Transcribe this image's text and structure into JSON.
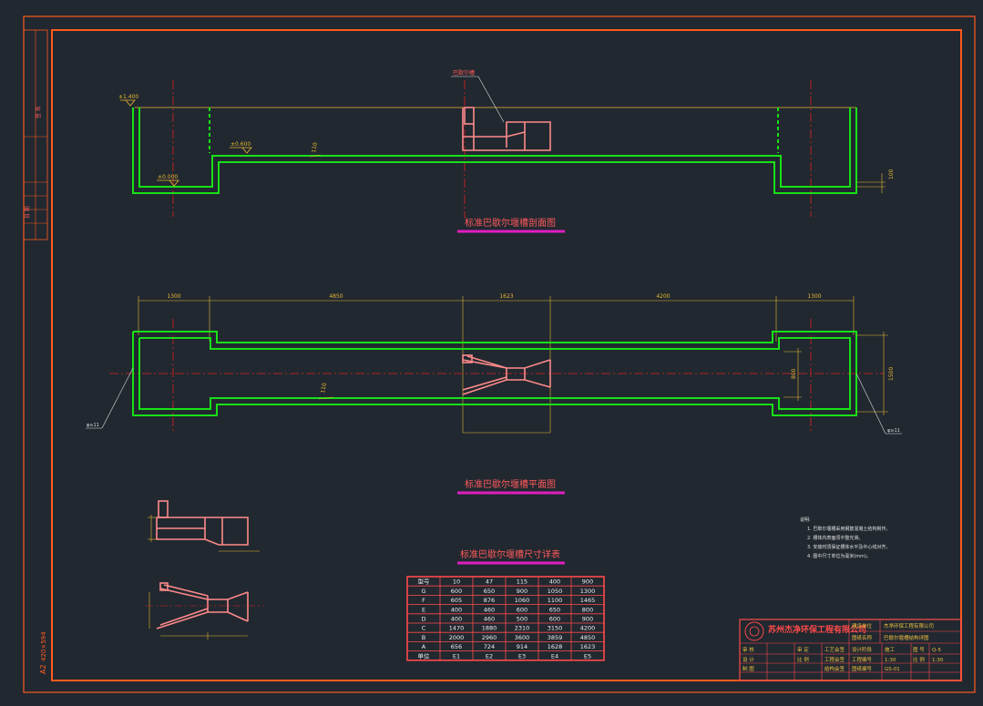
{
  "sheet": {
    "size_label": "A2",
    "size_dims": "420×594",
    "side_label_1": "签 名",
    "side_label_2": "日 期"
  },
  "colors": {
    "background": "#212830",
    "border": "#ff5a1f",
    "wall": "#18e018",
    "dimension": "#e8b830",
    "centerline": "#e02020",
    "flume": "#ff8a8a",
    "caption_underline": "#e01ec0",
    "table": "#ff4a4a"
  },
  "section_view": {
    "title": "标准巴歇尔堰槽剖面图",
    "elev_top": "±1.400",
    "elev_mid": "±0.600",
    "elev_low": "±0.000",
    "slope": "110",
    "right_dim": "100",
    "flume_tag": "巴歇尔槽"
  },
  "plan_view": {
    "title": "标准巴歇尔堰槽平面图",
    "dims": [
      "1300",
      "4850",
      "1623",
      "4200",
      "1300"
    ],
    "inner_width": "800",
    "outer_width": "1500",
    "wall_tag": "110",
    "left_tag": "φ≥11",
    "right_tag": "φ≥11"
  },
  "dimension_table": {
    "title": "标准巴歇尔堰槽尺寸详表",
    "header": [
      "型号",
      "10",
      "47",
      "115",
      "400",
      "900"
    ],
    "rows": [
      [
        "G",
        "600",
        "650",
        "900",
        "1050",
        "1300"
      ],
      [
        "F",
        "605",
        "876",
        "1060",
        "1100",
        "1465"
      ],
      [
        "E",
        "400",
        "460",
        "600",
        "650",
        "800"
      ],
      [
        "D",
        "400",
        "460",
        "500",
        "600",
        "900"
      ],
      [
        "C",
        "1470",
        "1880",
        "2310",
        "3150",
        "4200"
      ],
      [
        "B",
        "2000",
        "2960",
        "3600",
        "3859",
        "4850"
      ],
      [
        "A",
        "656",
        "724",
        "914",
        "1628",
        "1623"
      ],
      [
        "单位",
        "E1",
        "E2",
        "E3",
        "E4",
        "E5"
      ]
    ]
  },
  "notes": {
    "heading": "说明:",
    "lines": [
      "1. 巴歇尔堰槽采用钢筋混凝土结构制作。",
      "2. 槽体内表面须平整光滑。",
      "3. 安装时须保证槽体水平及中心线对齐。",
      "4. 图中尺寸单位为毫米(mm)。"
    ]
  },
  "title_block": {
    "company": "苏州杰净环保工程有限公司",
    "project_label": "建设单位",
    "project_value": "杰净环保工程有限公司",
    "drawing_label": "图纸名称",
    "drawing_value": "巴歇尔堰槽结构详图",
    "rows_left": [
      "审 核",
      "设 计",
      "制 图"
    ],
    "rows_mid": [
      "工艺会签",
      "工程会签",
      "结构会签"
    ],
    "rows_right_label": [
      "设计阶段",
      "工程编号",
      "图纸编号"
    ],
    "rows_right_value": [
      "施工",
      "1:30",
      "GS-01"
    ],
    "mid_header_1": "审 定",
    "mid_header_2": "比 例",
    "scale_label": "比 例",
    "scale_value": "1:30",
    "sheet_label": "图 号",
    "sheet_value": "Q-5"
  }
}
